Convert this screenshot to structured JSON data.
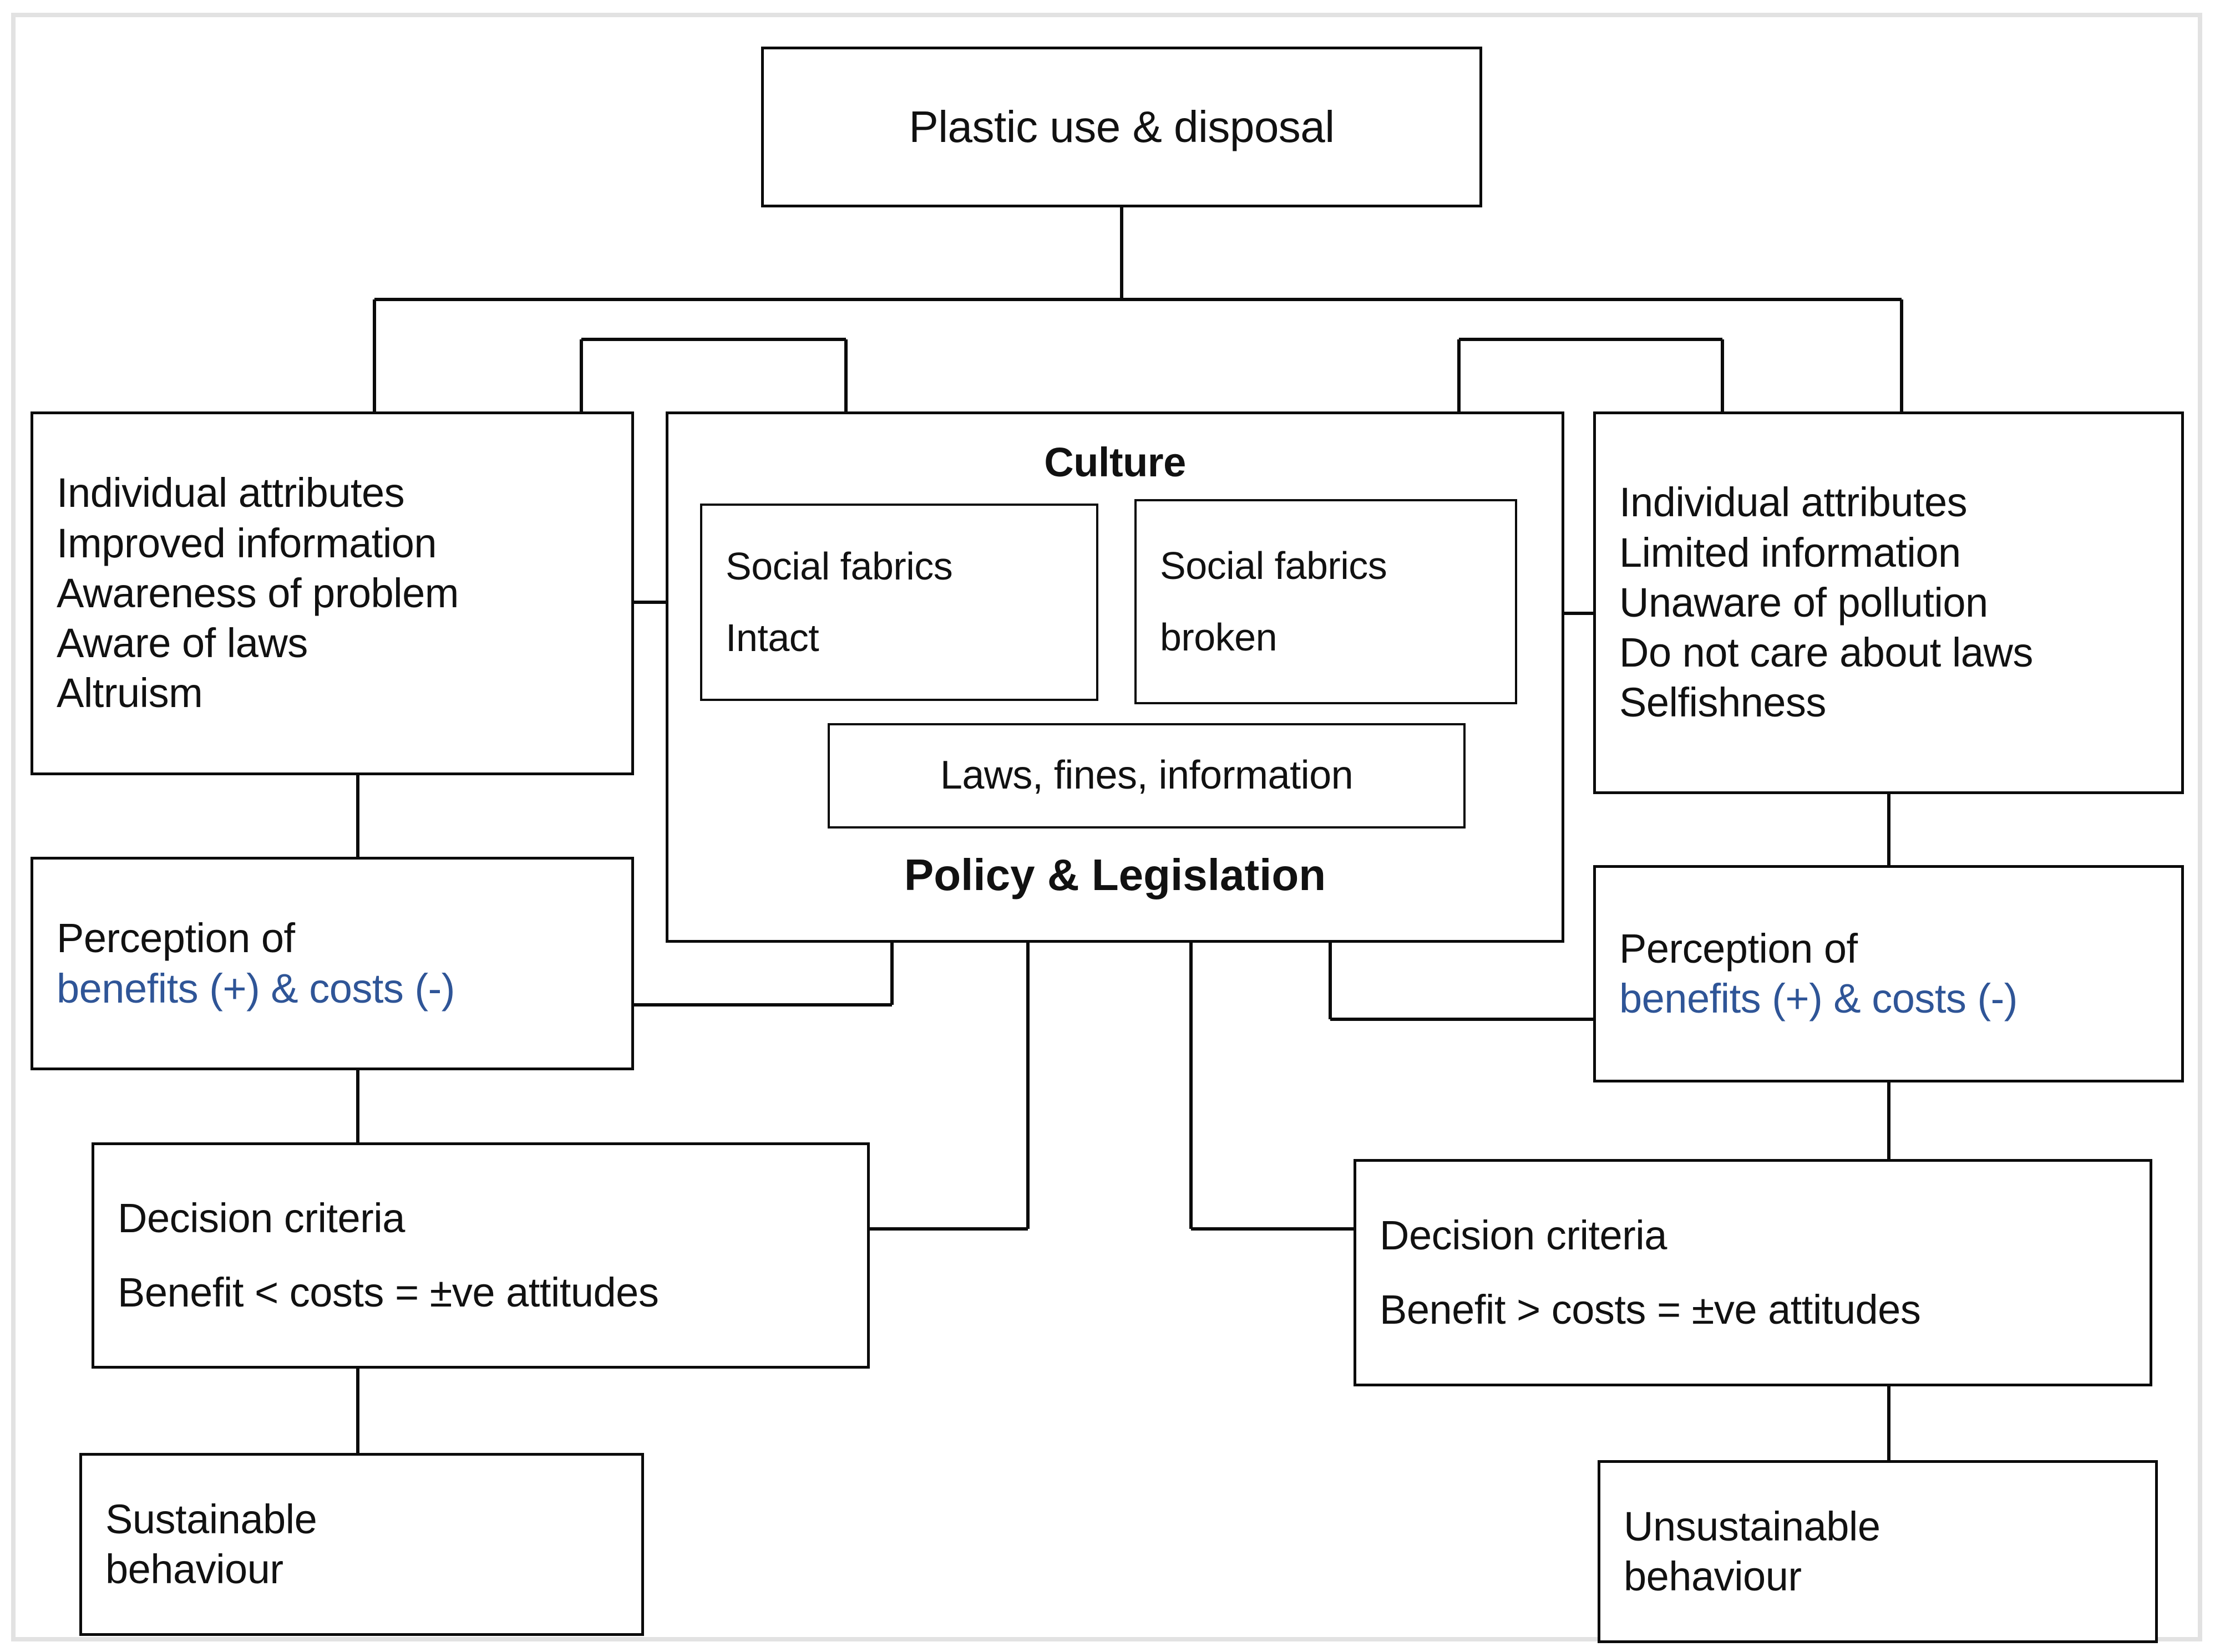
{
  "diagram": {
    "title_node": {
      "label": "Plastic use & disposal"
    },
    "left_branch": {
      "attributes": {
        "lines": [
          "Individual attributes",
          "Improved information",
          "Awareness of problem",
          "Aware of laws",
          "Altruism"
        ]
      },
      "perception": {
        "line1": "Perception of",
        "line2": "benefits (+) & costs (-)"
      },
      "decision": {
        "line1": "Decision criteria",
        "line2": "Benefit < costs = ±ve attitudes"
      },
      "outcome": {
        "line1": "Sustainable",
        "line2": "behaviour"
      }
    },
    "centre_branch": {
      "culture_label": "Culture",
      "social_intact": {
        "line1": "Social fabrics",
        "line2": "Intact"
      },
      "social_broken": {
        "line1": "Social fabrics",
        "line2": "broken"
      },
      "laws_box": {
        "label": "Laws, fines, information"
      },
      "policy_label": "Policy & Legislation"
    },
    "right_branch": {
      "attributes": {
        "lines": [
          "Individual attributes",
          "Limited information",
          "Unaware of pollution",
          "Do not care about laws",
          "Selfishness"
        ]
      },
      "perception": {
        "line1": "Perception of",
        "line2": "benefits (+) & costs (-)"
      },
      "decision": {
        "line1": "Decision criteria",
        "line2": "Benefit > costs = ±ve attitudes"
      },
      "outcome": {
        "line1": "Unsustainable",
        "line2": "behaviour"
      }
    },
    "colors": {
      "line": "#0b0b0b",
      "text": "#111111",
      "accent_blue": "#2f5597",
      "frame": "#e2e2e2",
      "background": "#ffffff"
    }
  }
}
